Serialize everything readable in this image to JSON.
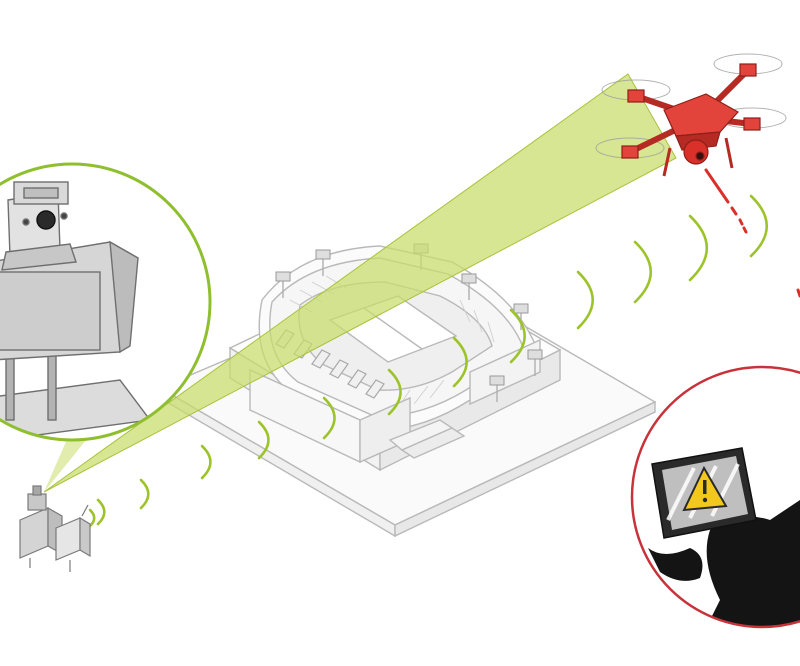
{
  "colors": {
    "background": "#ffffff",
    "beam": "#c8dc6a",
    "beam_edge": "#a9c23a",
    "waves": "#9cc42a",
    "drone": "#e2433a",
    "drone_dark": "#b52a22",
    "alert_ring": "#c8323a",
    "camera_ring": "#8fbf2f",
    "building_line": "#b9b9b9",
    "device_gray": "#8c8c8c",
    "hand": "#141414",
    "warning_yellow": "#f2c81e"
  },
  "icons": {
    "tower_camera": "thermal-camera-icon",
    "ground_unit": "jammer-device-icon",
    "drone": "quadcopter-drone-icon",
    "stadium": "stadium-icon",
    "tablet_alert": "warning-triangle-icon",
    "hand": "hand-holding-tablet-icon"
  },
  "diagram": {
    "left_wave_count": 5,
    "right_wave_count": 9,
    "spectator_sections": 6,
    "light_towers": 7
  }
}
